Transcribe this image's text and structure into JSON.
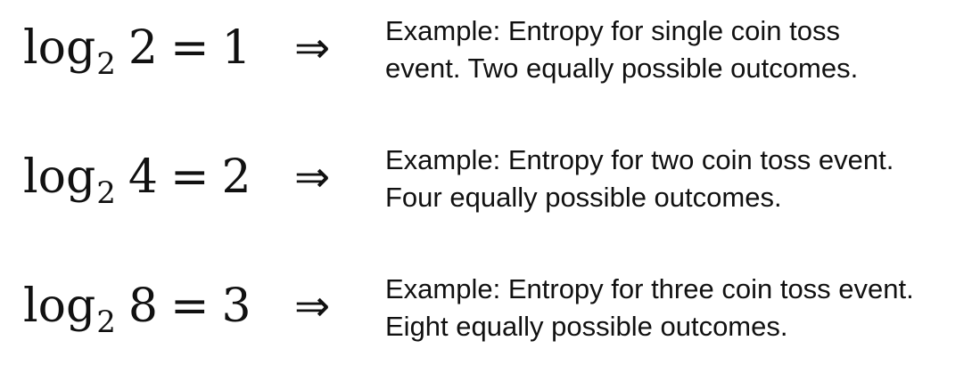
{
  "rows": [
    {
      "equation": {
        "fn": "log",
        "base": "2",
        "arg": "2",
        "eq": "=",
        "result": "1"
      },
      "arrow": "⇒",
      "description": [
        "Example: Entropy for single coin toss",
        "event. Two equally possible outcomes."
      ]
    },
    {
      "equation": {
        "fn": "log",
        "base": "2",
        "arg": "4",
        "eq": "=",
        "result": "2"
      },
      "arrow": "⇒",
      "description": [
        "Example: Entropy for two coin toss event.",
        "Four equally possible outcomes."
      ]
    },
    {
      "equation": {
        "fn": "log",
        "base": "2",
        "arg": "8",
        "eq": "=",
        "result": "3"
      },
      "arrow": "⇒",
      "description": [
        "Example: Entropy for three coin toss event.",
        "Eight equally possible outcomes."
      ]
    }
  ]
}
